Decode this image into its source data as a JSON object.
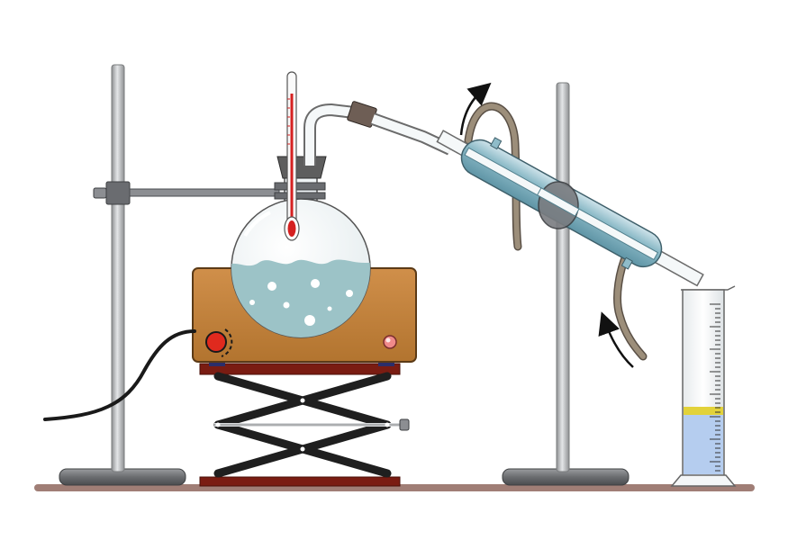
{
  "diagram": {
    "kind": "distillation-apparatus",
    "components": [
      "retort-stand-left",
      "retort-stand-right",
      "scissor-lab-jack",
      "hot-plate",
      "round-bottom-flask",
      "thermometer",
      "still-head",
      "liebig-condenser",
      "coolant-tube-in",
      "coolant-tube-out",
      "graduated-cylinder",
      "power-cable"
    ],
    "flow_arrows": [
      "coolant-in-arrow",
      "coolant-out-arrow"
    ]
  },
  "colors": {
    "bench": "#a07e76",
    "stand_rod": "#b4b6b8",
    "stand_base": "#6b6d70",
    "hot_plate": "#c5833d",
    "jack_plate": "#7a1c12",
    "jack_arm": "#1f1f1f",
    "liquid": "#9cc3c7",
    "condenser_jacket": "#8fbcc9",
    "coolant_tube": "#8e806d",
    "thermometer_bulb": "#d52020",
    "knob": "#e02a1e",
    "distillate_yellow": "#e2d23a",
    "distillate_blue": "#b5cdef"
  }
}
